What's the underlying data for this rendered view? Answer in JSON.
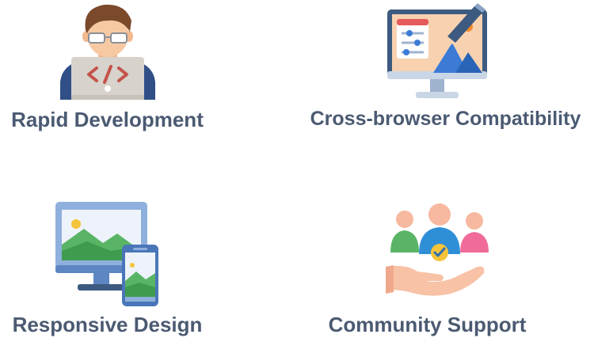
{
  "features": [
    {
      "label": "Rapid Development",
      "icon": "developer-laptop-icon"
    },
    {
      "label": "Cross-browser Compatibility",
      "icon": "monitor-design-icon"
    },
    {
      "label": "Responsive Design",
      "icon": "responsive-devices-icon"
    },
    {
      "label": "Community Support",
      "icon": "community-hand-icon"
    }
  ],
  "colors": {
    "label_text": "#4b5a72",
    "background": "#ffffff"
  }
}
